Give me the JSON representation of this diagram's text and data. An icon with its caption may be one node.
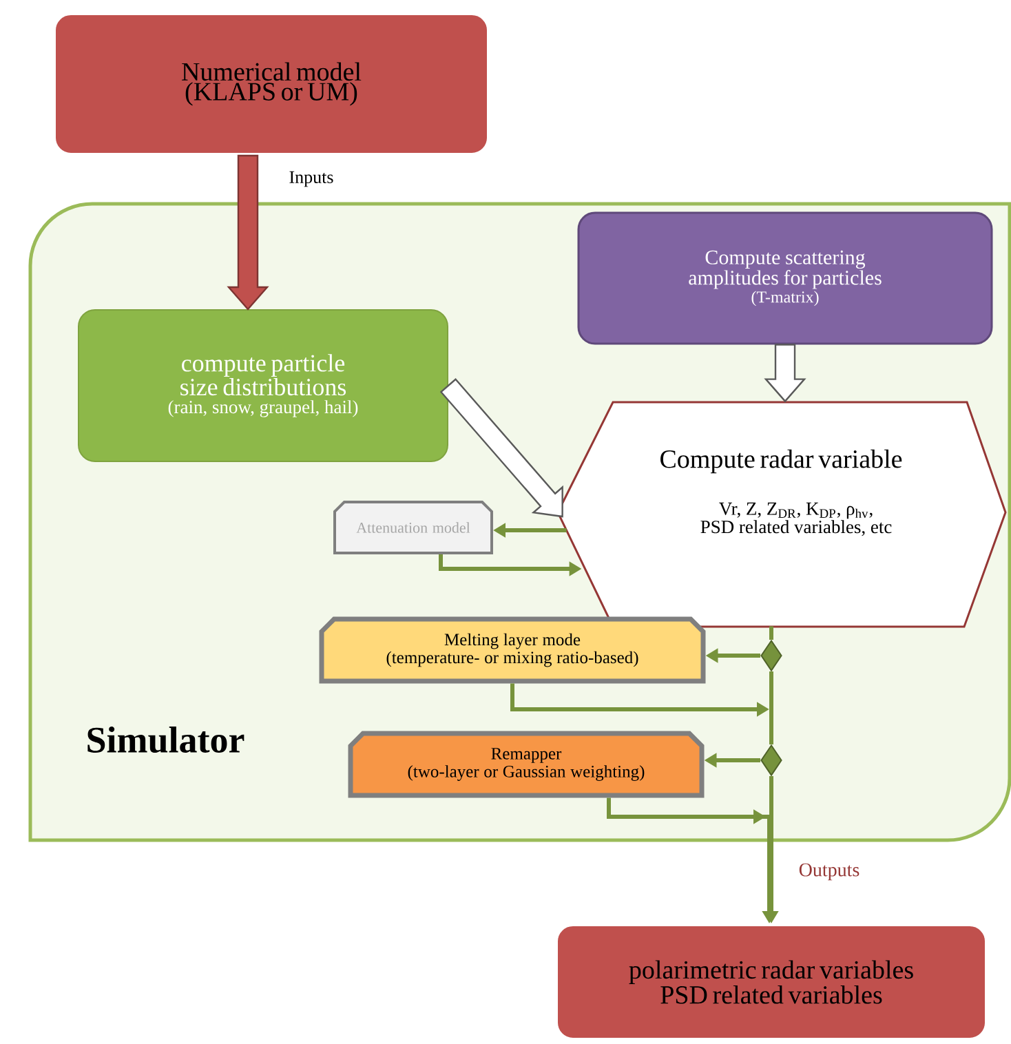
{
  "diagram": {
    "nodes": [
      {
        "text": [
          "Numerical model (KLAPS or UM)"
        ]
      },
      {
        "text": [
          "Simulator"
        ]
      },
      {
        "text": [
          "compute particle size distributions",
          "(rain, snow, graupel, hail)"
        ],
        "in": 1
      },
      {
        "text": [
          "Compute scattering amplitudes for particles",
          "(T-matrix)"
        ],
        "in": 1
      },
      {
        "text": [
          "Compute radar variable",
          "Vr, Z, Z$_{DR}$, K$_{DP}$, ρ$_{hv}$, PSD related variables, etc"
        ],
        "in": 1
      },
      {
        "text": [
          "Attenuation model"
        ],
        "in": 1
      },
      {
        "text": [
          "Melting layer mode",
          "(temperature- or mixing ratio-based)"
        ],
        "in": 1
      },
      {
        "text": [
          "Remapper",
          "(two-layer or Gaussian weighting)"
        ],
        "in": 1
      },
      {
        "text": [],
        "shape": "diamond",
        "in": 1
      },
      {
        "text": [],
        "shape": "diamond",
        "in": 1
      },
      {
        "text": [
          "polarimetric radar variables PSD related variables"
        ]
      }
    ],
    "edges": [
      {
        "from": 0,
        "to": 2,
        "arrow": "to",
        "label": "Inputs",
        "style": "thick",
        "color": "#c0504d"
      },
      {
        "from": 2,
        "to": 4,
        "arrow": "to",
        "style": "thick",
        "color": "#ffffff"
      },
      {
        "from": 3,
        "to": 4,
        "arrow": "to",
        "style": "thick",
        "color": "#ffffff"
      },
      {
        "from": 4,
        "to": 5,
        "arrow": "to"
      },
      {
        "from": 5,
        "to": 4,
        "arrow": "to"
      },
      {
        "from": 4,
        "to": 8,
        "arrow": "none"
      },
      {
        "from": 8,
        "to": 6,
        "arrow": "to"
      },
      {
        "from": 6,
        "to": 9,
        "arrow": "to"
      },
      {
        "from": 9,
        "to": 7,
        "arrow": "to"
      },
      {
        "from": 7,
        "to": 10,
        "arrow": "to"
      },
      {
        "from": 8,
        "to": 9,
        "arrow": "none"
      },
      {
        "from": 9,
        "to": 10,
        "arrow": "to",
        "label": "Outputs"
      }
    ]
  }
}
